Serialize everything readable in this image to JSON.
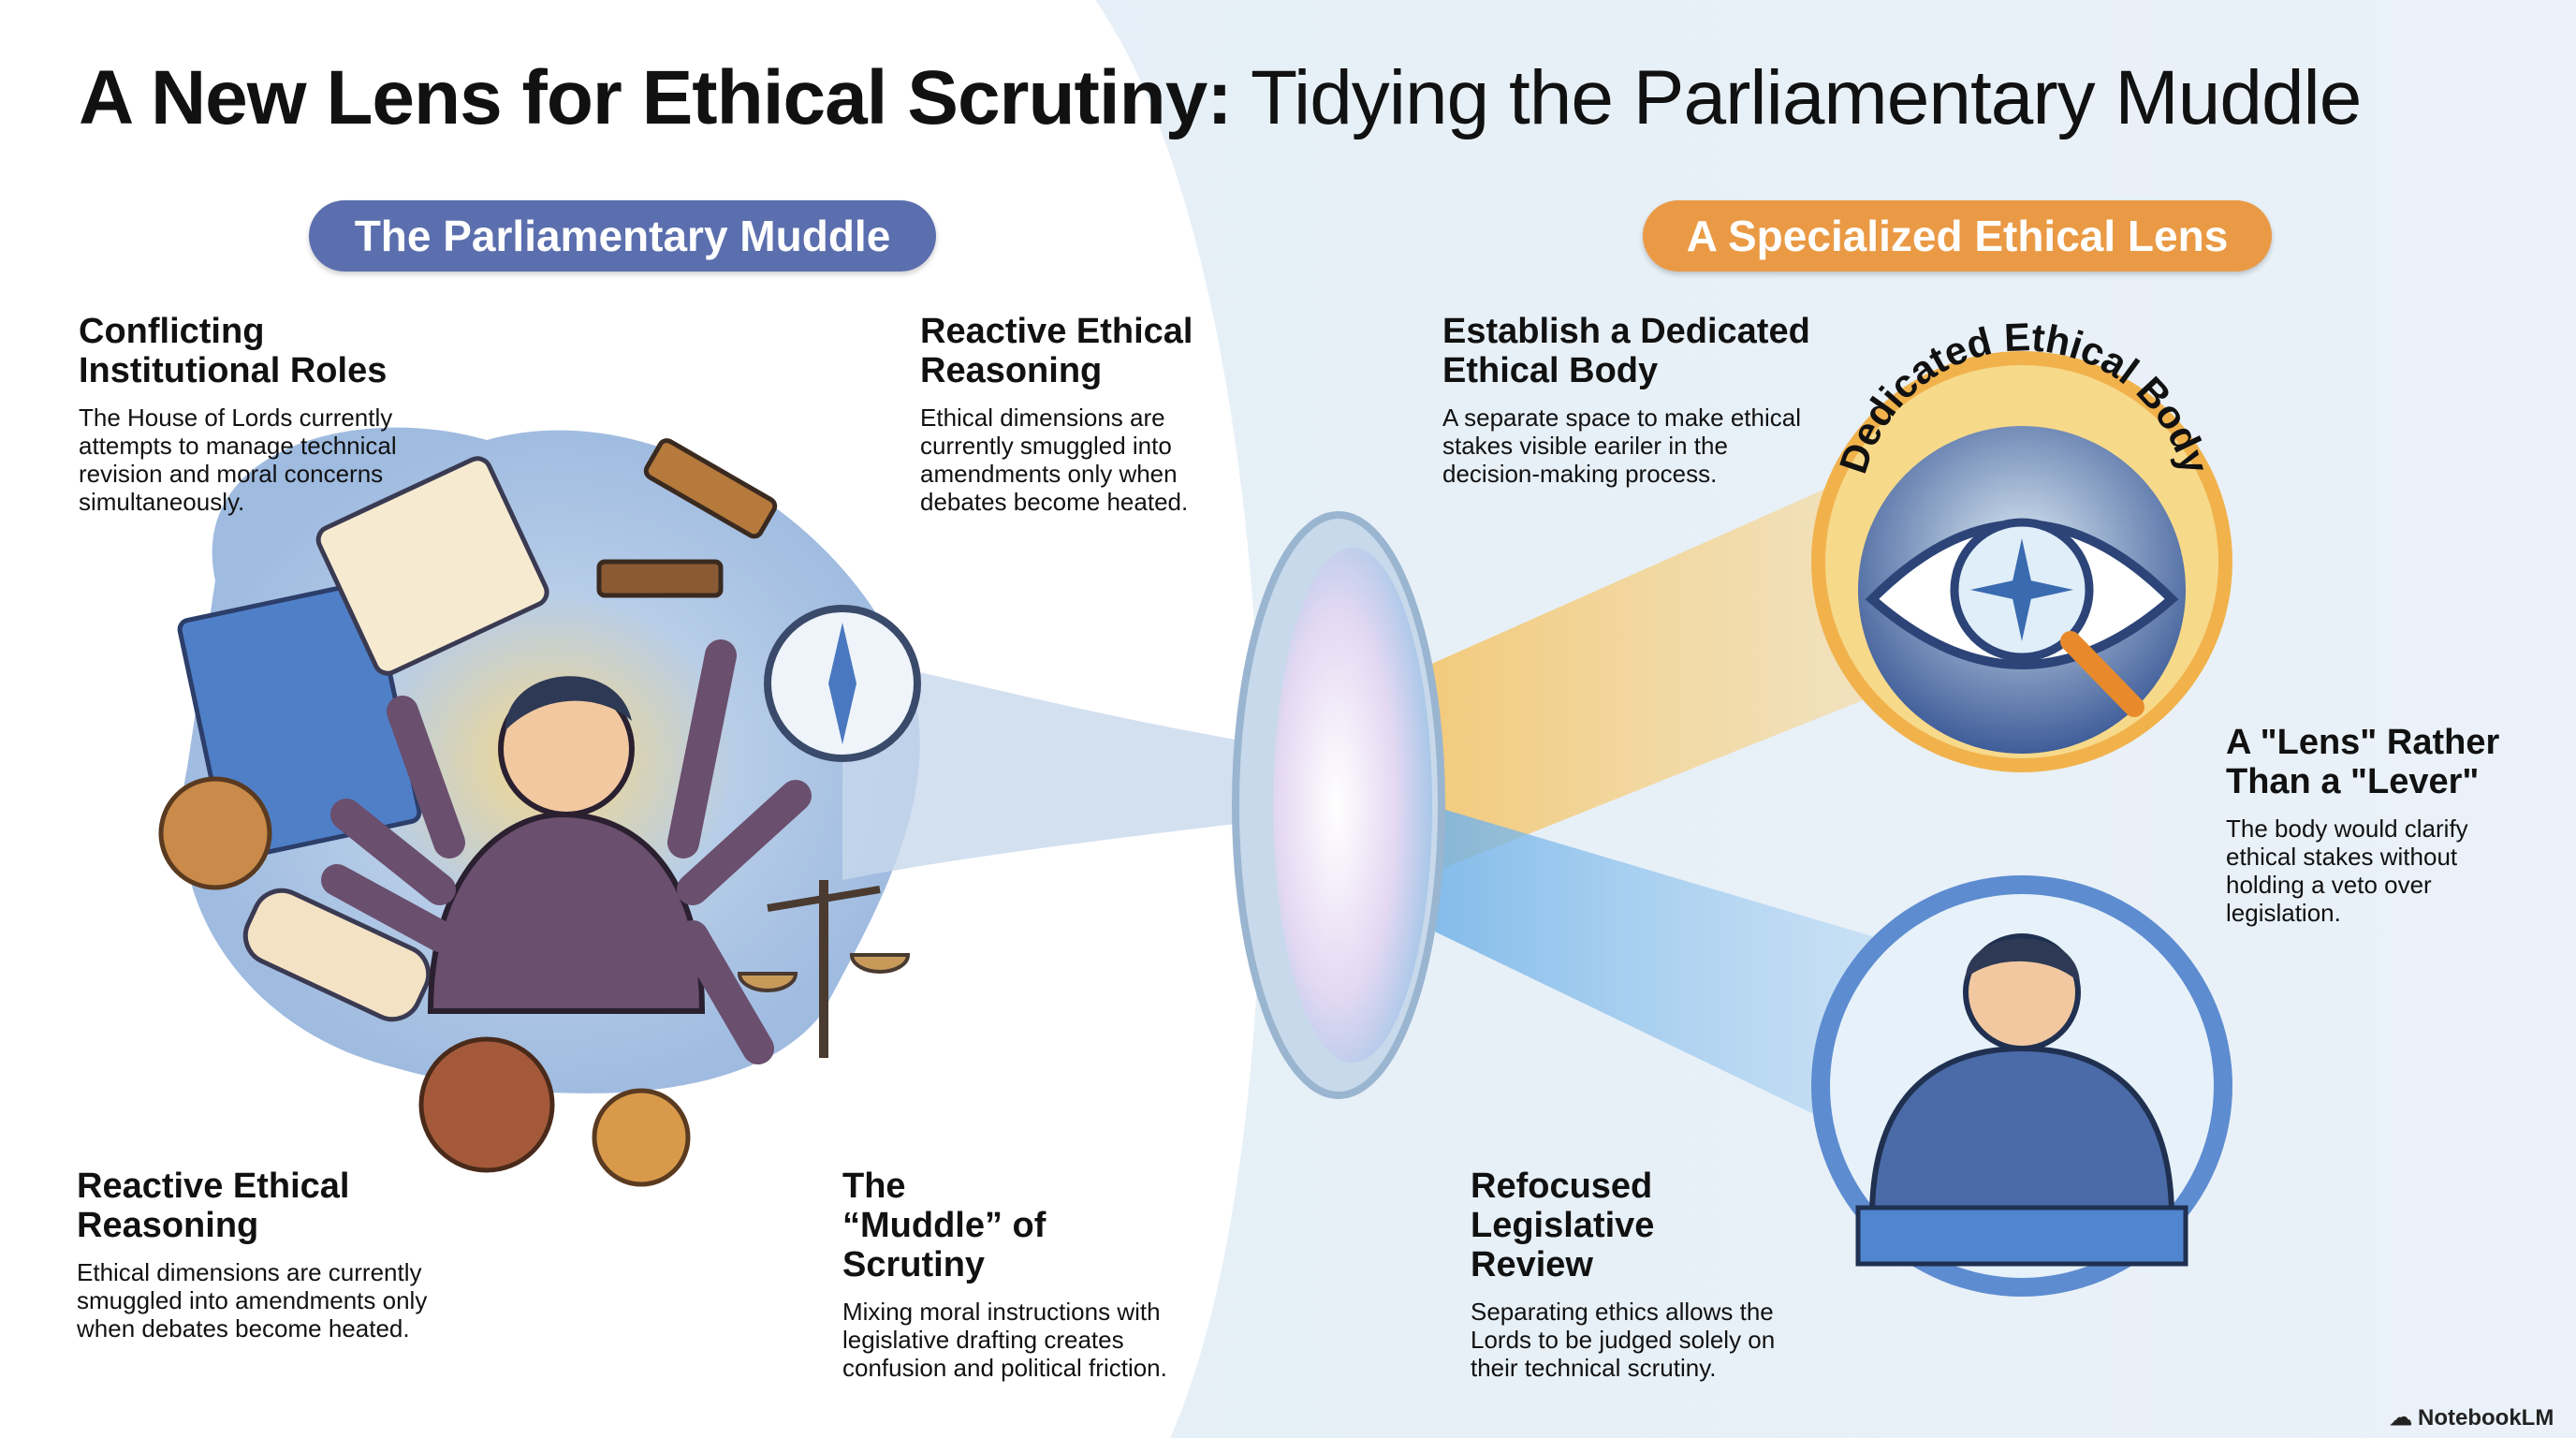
{
  "title": {
    "bold": "A New Lens for Ethical Scrutiny:",
    "regular": " Tidying the Parliamentary Muddle"
  },
  "sections": {
    "left": "The Parliamentary Muddle",
    "right": "A Specialized Ethical Lens"
  },
  "blocks": [
    {
      "heading": "Conflicting Institutional Roles",
      "body": "The House of Lords currently attempts to manage technical revision and moral concerns simultaneously."
    },
    {
      "heading": "Reactive Ethical Reasoning",
      "body": "Ethical dimensions are currently smuggled into amendments only when debates become heated."
    },
    {
      "heading": "Establish a Dedicated Ethical Body",
      "body": "A separate space to make ethical stakes visible eariler in the decision-making process."
    },
    {
      "heading": "A \"Lens\" Rather Than a \"Lever\"",
      "body": "The body would clarify ethical stakes without holding a veto over legislation."
    },
    {
      "heading": "Reactive Ethical Reasoning",
      "body": "Ethical dimensions are currently smuggled into amendments only when debates become heated."
    },
    {
      "heading": "The “Muddle” of Scrutiny",
      "body": "Mixing moral instructions with legislative drafting creates confusion and political friction."
    },
    {
      "heading": "Refocused Legislative Review",
      "body": "Separating ethics allows the Lords to be judged solely on their technical scrutiny."
    }
  ],
  "badge_text": "Dedicated Ethical Body",
  "brand": "NotebookLM",
  "colors": {
    "left_pill": "#5b6fae",
    "right_pill": "#ea9a45"
  }
}
